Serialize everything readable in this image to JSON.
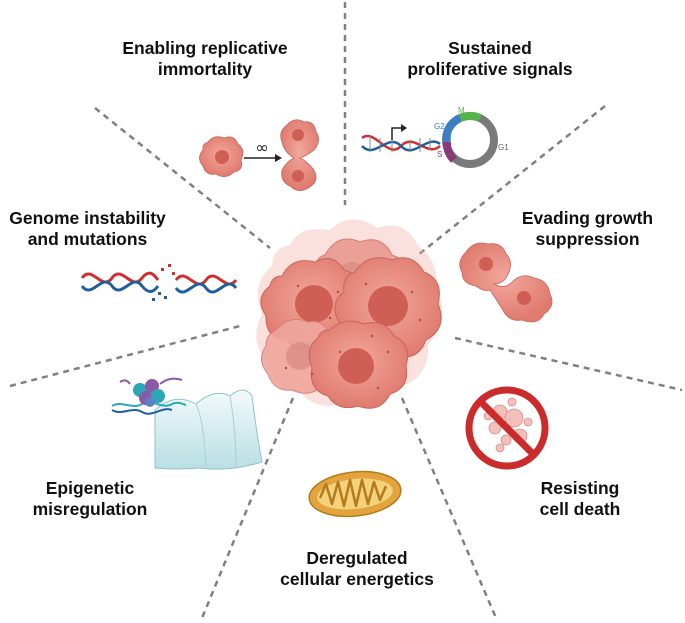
{
  "labels": {
    "immortality": [
      "Enabling replicative",
      "immortality"
    ],
    "proliferative": [
      "Sustained",
      "proliferative signals"
    ],
    "genome": [
      "Genome instability",
      "and mutations"
    ],
    "growth": [
      "Evading growth",
      "suppression"
    ],
    "epigenetic": [
      "Epigenetic",
      "misregulation"
    ],
    "cell_death": [
      "Resisting",
      "cell death"
    ],
    "energetics": [
      "Deregulated",
      "cellular energetics"
    ]
  },
  "icons": {
    "infinity_symbol": "∞",
    "cell_cycle_phases": [
      "M",
      "G2",
      "S",
      "G1"
    ]
  },
  "colors": {
    "cell_fill": "#e5867b",
    "cell_nucleus": "#c9564b",
    "divider": "#808080",
    "dna_red": "#d12f2f",
    "dna_blue": "#1f5f9e",
    "prohibit_red": "#cc2b2b",
    "mito_outer": "#e3a43d",
    "histone_blue": "#2aa8b5",
    "histone_purple": "#8a5aa8"
  }
}
